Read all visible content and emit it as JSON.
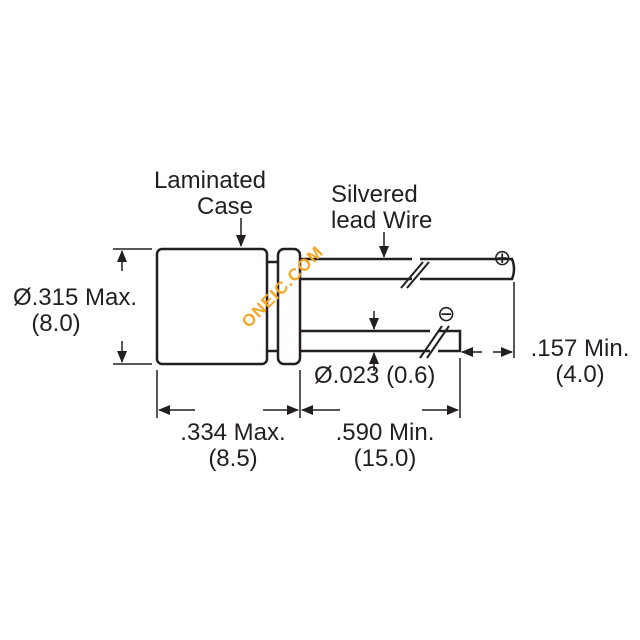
{
  "labels": {
    "case_line1": "Laminated",
    "case_line2": "Case",
    "wire_line1": "Silvered",
    "wire_line2": "lead Wire",
    "dia_in": "Ø.315 Max.",
    "dia_mm": "(8.0)",
    "length_in": ".334 Max.",
    "length_mm": "(8.5)",
    "lead_len_in": ".590 Min.",
    "lead_len_mm": "(15.0)",
    "spacing_in": ".157 Min.",
    "spacing_mm": "(4.0)",
    "lead_dia_in": "Ø.023",
    "lead_dia_mm": "(0.6)"
  },
  "polarity": {
    "positive": "⊕",
    "negative": "⊖"
  },
  "watermark": "ONEIC.COM",
  "colors": {
    "line": "#231f20",
    "watermark": "#f5a623"
  }
}
